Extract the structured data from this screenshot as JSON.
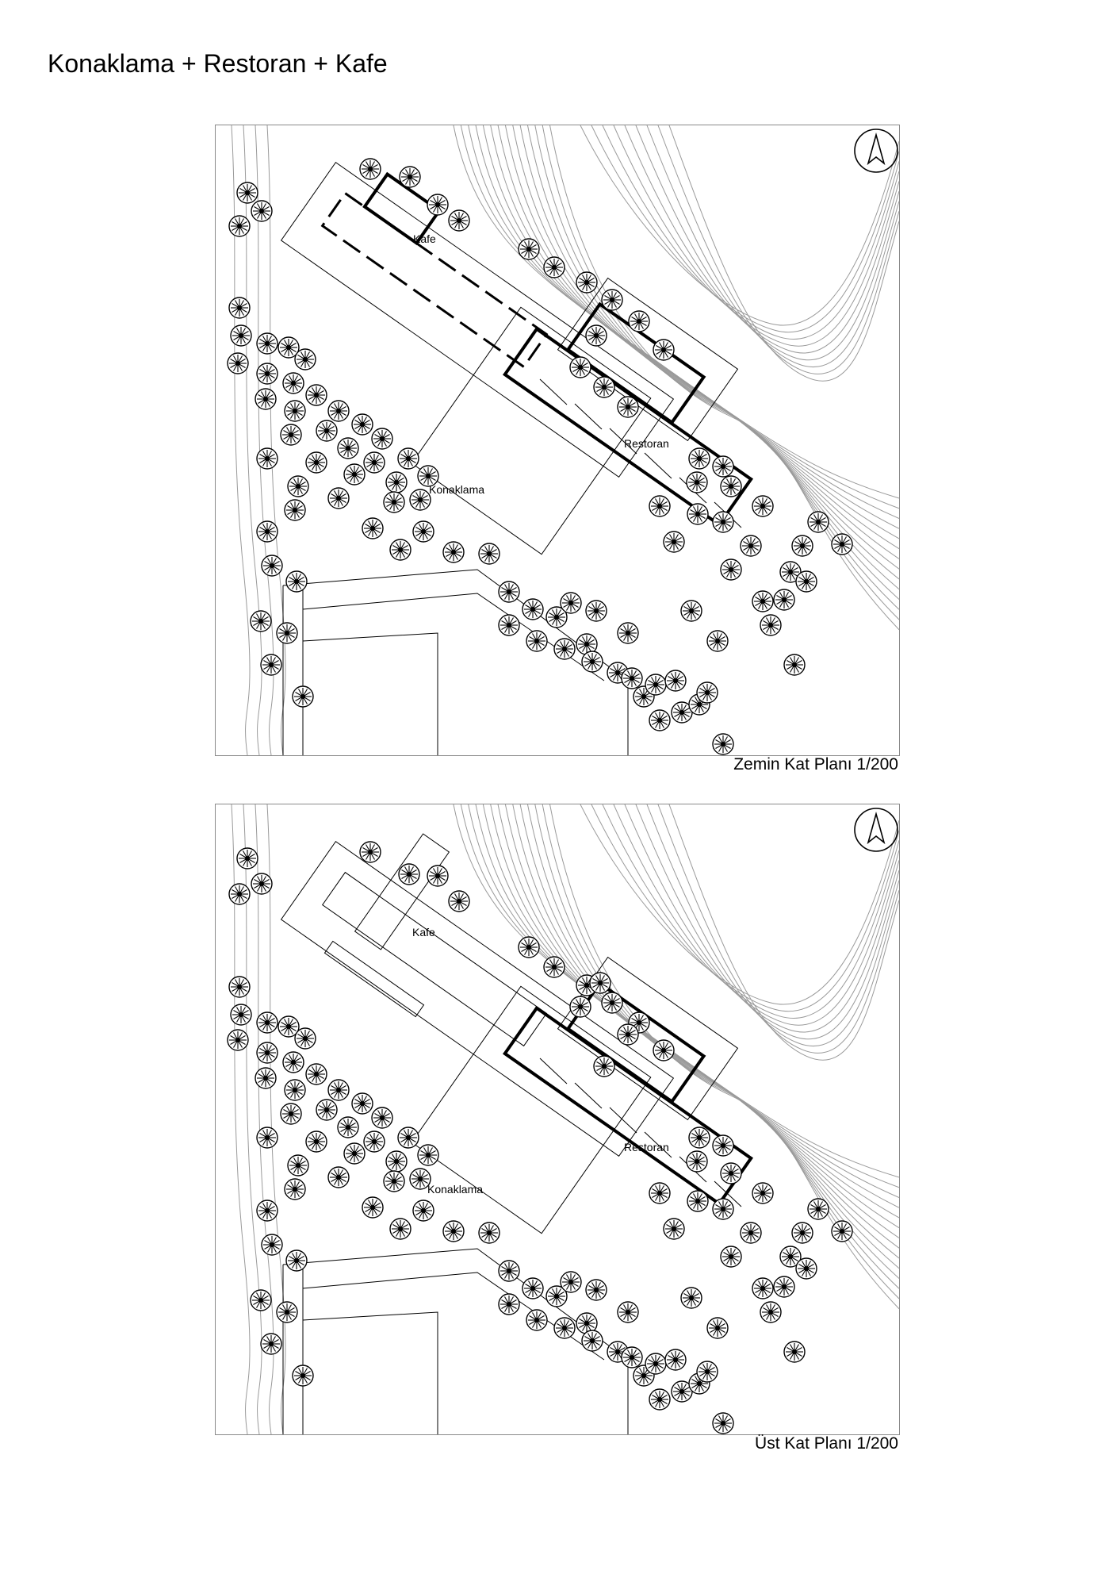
{
  "page": {
    "title": "Konaklama + Restoran + Kafe"
  },
  "plans": [
    {
      "caption": "Zemin Kat Planı 1/200",
      "labels": {
        "cafe": "Kafe",
        "restaurant": "Restoran",
        "lodging": "Konaklama"
      },
      "north_arrow": "north-arrow-icon"
    },
    {
      "caption": "Üst Kat Planı 1/200",
      "labels": {
        "cafe": "Kafe",
        "restaurant": "Restoran",
        "lodging": "Konaklama"
      },
      "north_arrow": "north-arrow-icon"
    }
  ],
  "colors": {
    "line": "#000000",
    "contour": "#9a9a9a",
    "frame": "#8a8a8a"
  }
}
